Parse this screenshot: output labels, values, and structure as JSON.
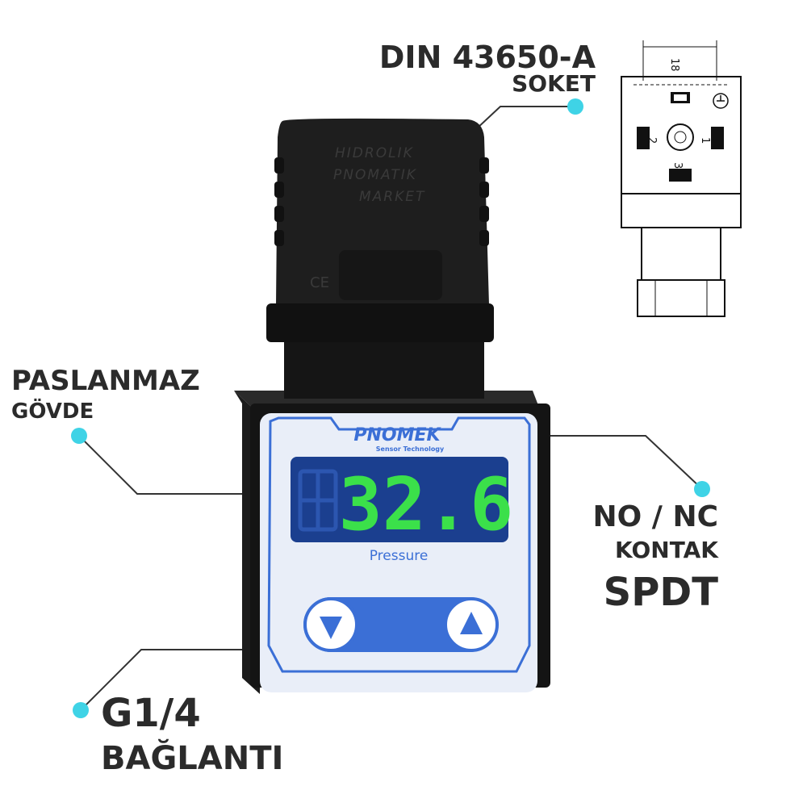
{
  "callouts": {
    "socket_line1": "DIN 43650-A",
    "socket_line2": "SOKET",
    "body_line1": "PASLANMAZ",
    "body_line2": "GÖVDE",
    "contact_line1": "NO / NC",
    "contact_line2": "KONTAK",
    "contact_line3": "SPDT",
    "connection_line1": "G1/4",
    "connection_line2": "BAĞLANTI"
  },
  "connector": {
    "embossed_line1": "HIDROLIK",
    "embossed_line2": "PNOMATIK",
    "embossed_line3": "MARKET",
    "ce_mark": "CE"
  },
  "device": {
    "brand": "PNOMEK",
    "tagline": "Sensor Technology",
    "display_value": "32.6",
    "display_label": "Pressure",
    "button_down_icon": "triangle-down-icon",
    "button_up_icon": "triangle-up-icon"
  },
  "drawing": {
    "dimension": "18",
    "pin1": "1",
    "pin2": "2",
    "pin3": "3"
  },
  "colors": {
    "accent_dot": "#3fd3e6",
    "display_green": "#3be04a",
    "panel_blue": "#3b6fd6"
  }
}
